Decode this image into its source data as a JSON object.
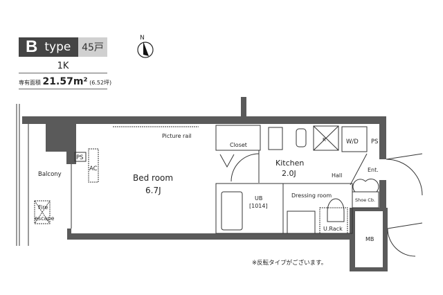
{
  "header": {
    "type_letter": "B",
    "type_word": "type",
    "units": "45戸",
    "layout": "1K",
    "area_label": "専有面積",
    "area_value": "21.57m²",
    "area_tsubo": "(6.52坪)"
  },
  "compass": {
    "label": "N",
    "icon": "north-arrow-icon"
  },
  "rooms": {
    "balcony": "Balcony",
    "fire_escape_1": "Fire",
    "fire_escape_2": "escape",
    "ps1": "PS",
    "ac": "AC",
    "bedroom": "Bed room",
    "bedroom_size": "6.7J",
    "picture_rail": "Picture rail",
    "closet": "Closet",
    "kitchen": "Kitchen",
    "kitchen_size": "2.0J",
    "fridge": "R",
    "wd": "W/D",
    "ps2": "PS",
    "hall": "Hall",
    "ent": "Ent.",
    "shoe": "Shoe Cb.",
    "ub": "UB",
    "ub_size": "[1014]",
    "dressing": "Dressing room",
    "urack": "U.Rack",
    "mb": "MB"
  },
  "note": "※反転タイプがございます。",
  "colors": {
    "wall": "#5a5a5a",
    "line": "#333333",
    "header_dark": "#444444",
    "header_light": "#d0d0d0"
  }
}
